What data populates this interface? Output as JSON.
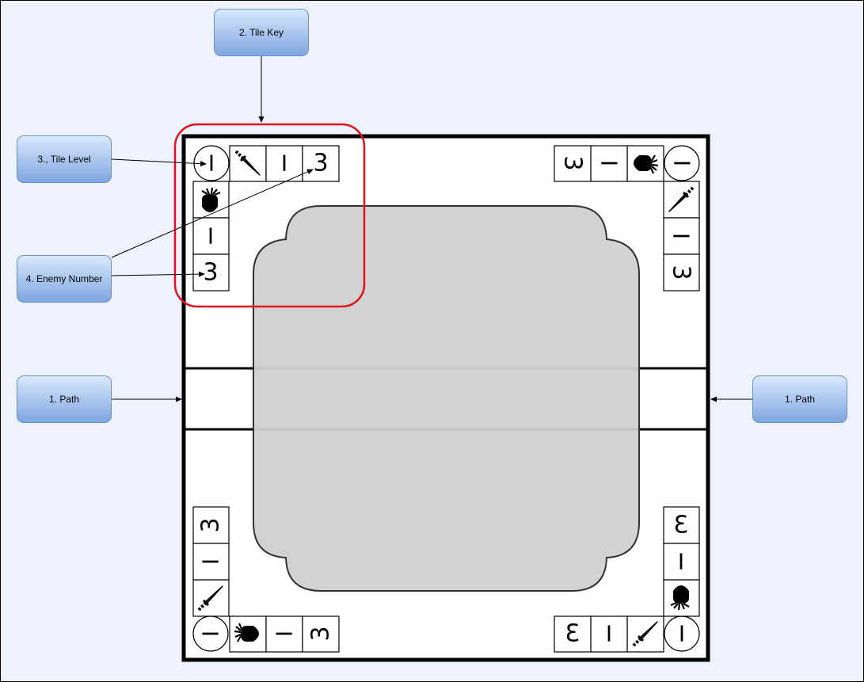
{
  "callouts": {
    "tile_key": "2. Tile Key",
    "tile_level": "3., Tile Level",
    "enemy_number": "4. Enemy Number",
    "path_left": "1.  Path",
    "path_right": "1.  Path"
  },
  "tiles": {
    "level": "I",
    "roman": "I",
    "enemy_count": "3"
  },
  "icons": {
    "sword": "sword-icon",
    "shield": "shield-icon"
  },
  "colors": {
    "highlight": "#e0121d",
    "callout_border": "#6c8ebf",
    "callout_top": "#dae8fc",
    "callout_bottom": "#7ea6e0",
    "center_fill": "#d0d0d0"
  }
}
